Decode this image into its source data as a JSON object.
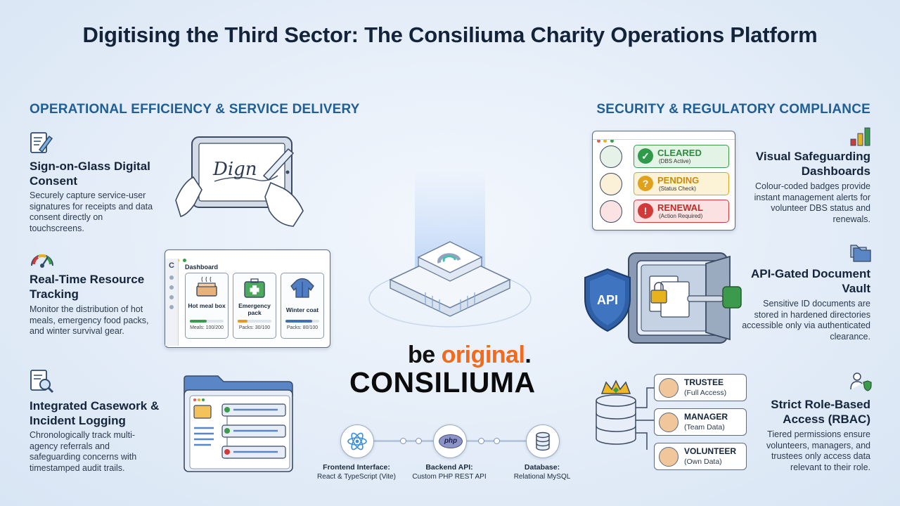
{
  "title": "Digitising the Third Sector: The Consiliuma Charity Operations Platform",
  "left_heading": "OPERATIONAL EFFICIENCY & SERVICE DELIVERY",
  "right_heading": "SECURITY & REGULATORY COMPLIANCE",
  "left_features": [
    {
      "title": "Sign-on-Glass Digital Consent",
      "desc": "Securely capture service-user signatures for receipts and data consent directly on touchscreens."
    },
    {
      "title": "Real-Time Resource Tracking",
      "desc": "Monitor the distribution of hot meals, emergency food packs, and winter survival gear."
    },
    {
      "title": "Integrated Casework & Incident Logging",
      "desc": "Chronologically track multi-agency referrals and safeguarding concerns with timestamped audit trails."
    }
  ],
  "right_features": [
    {
      "title": "Visual Safeguarding Dashboards",
      "desc": "Colour-coded badges provide instant management alerts for volunteer DBS status and renewals."
    },
    {
      "title": "API-Gated Document Vault",
      "desc": "Sensitive ID documents are stored in hardened directories accessible only via authenticated clearance."
    },
    {
      "title": "Strict Role-Based Access (RBAC)",
      "desc": "Tiered permissions ensure volunteers, managers, and trustees only access data relevant to their role."
    }
  ],
  "signature_text": "Dign",
  "dashboard": {
    "title": "Dashboard",
    "logo": "C",
    "resources": [
      {
        "label": "Hot meal box",
        "count": "Meals: 100/200",
        "fraction": 0.5,
        "color": "#3c9a4c"
      },
      {
        "label": "Emergency pack",
        "count": "Packs: 30/100",
        "fraction": 0.3,
        "color": "#e8962c"
      },
      {
        "label": "Winter coat",
        "count": "Packs: 80/100",
        "fraction": 0.8,
        "color": "#3f6fb5"
      }
    ]
  },
  "badges": [
    {
      "status": "CLEARED",
      "note": "(DBS Active)",
      "symbol": "✓",
      "color": "#2f9a4a"
    },
    {
      "status": "PENDING",
      "note": "(Status Check)",
      "symbol": "?",
      "color": "#e0a21c"
    },
    {
      "status": "RENEWAL",
      "note": "(Action Required)",
      "symbol": "!",
      "color": "#d23a3a"
    }
  ],
  "vault_api_label": "API",
  "roles": [
    {
      "name": "TRUSTEE",
      "access": "(Full Access)"
    },
    {
      "name": "MANAGER",
      "access": "(Team Data)"
    },
    {
      "name": "VOLUNTEER",
      "access": "(Own Data)"
    }
  ],
  "brand": {
    "be": "be ",
    "original": "original",
    "dot": ".",
    "name": "CONSILIUMA"
  },
  "tech_stack": [
    {
      "heading": "Frontend Interface:",
      "detail": "React & TypeScript (Vite)",
      "icon": "react-icon"
    },
    {
      "heading": "Backend API:",
      "detail": "Custom PHP REST API",
      "icon": "php-icon",
      "icon_text": "php"
    },
    {
      "heading": "Database:",
      "detail": "Relational MySQL",
      "icon": "database-icon"
    }
  ],
  "colors": {
    "heading_blue": "#1f5f95",
    "brand_orange": "#f26a1b",
    "text_dark": "#13233a"
  }
}
